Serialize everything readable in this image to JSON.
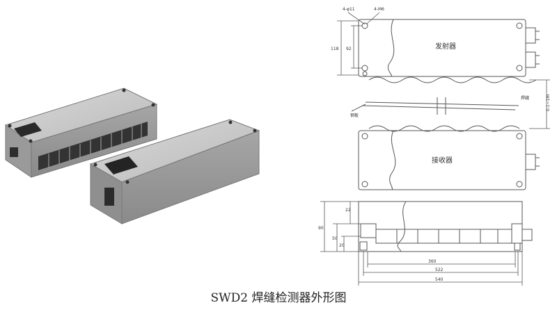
{
  "caption": "SWD2 焊缝检测器外形图",
  "labels": {
    "transmitter": "发射器",
    "receiver": "接收器",
    "steel_strip": "钢板",
    "weld": "焊缝",
    "hole_callout_a": "4-φ11",
    "hole_callout_b": "4-M6",
    "dim_118": "118",
    "dim_92": "92",
    "dim_range": "0.1~1m",
    "dim_22": "22",
    "dim_90": "90",
    "dim_50": "50",
    "dim_20": "20",
    "dim_360": "360",
    "dim_522": "522",
    "dim_540": "540"
  }
}
